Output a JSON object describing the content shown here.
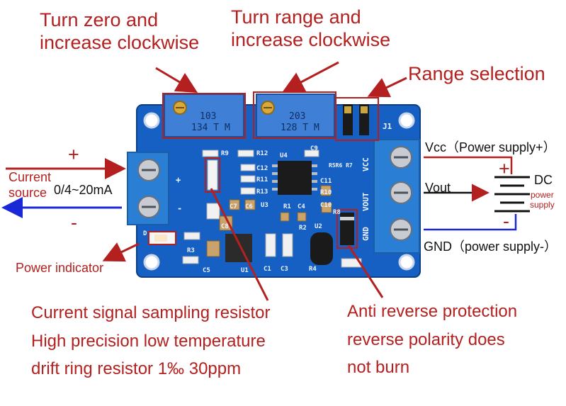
{
  "annotations": {
    "turn_zero": [
      "Turn zero and",
      "increase clockwise"
    ],
    "turn_range": [
      "Turn range and",
      "increase clockwise"
    ],
    "range_selection": "Range selection",
    "current_source": [
      "Current",
      "source"
    ],
    "input_plus": "+",
    "input_minus": "-",
    "input_range": "0/4~20mA",
    "power_indicator": "Power indicator",
    "vcc": "Vcc（Power supply+）",
    "vout": "Vout",
    "gnd": "GND（power supply-）",
    "dc_plus": "+",
    "dc_minus": "-",
    "dc": "DC",
    "power_supply": [
      "power",
      "supply"
    ],
    "sampling_resistor": [
      "Current signal sampling resistor",
      "High precision low temperature",
      "drift ring resistor 1‰ 30ppm"
    ],
    "anti_reverse": [
      "Anti reverse protection",
      "reverse polarity does",
      "not burn"
    ]
  },
  "board": {
    "pot_left_code": [
      "103",
      "134 T M"
    ],
    "pot_right_code": [
      "203",
      "128 T M"
    ],
    "jumper_label": "J1",
    "terminal_right_labels": [
      "VCC",
      "VOUT",
      "GND"
    ],
    "component_labels": [
      "R9",
      "R12",
      "U4",
      "C9",
      "R7",
      "R5",
      "R6",
      "C12",
      "R11",
      "R13",
      "C11",
      "R10",
      "C10",
      "R8",
      "C7",
      "C6",
      "U3",
      "R1",
      "C4",
      "C8",
      "R2",
      "U2",
      "R3",
      "C5",
      "U1",
      "C1",
      "C3",
      "R4",
      "D"
    ],
    "colors": {
      "pcb": "#1560c2",
      "terminal": "#2a7fd4",
      "potentiometer": "#3f7fd6",
      "annotation_red": "#b3201f",
      "arrow_blue": "#1a28d8"
    }
  }
}
